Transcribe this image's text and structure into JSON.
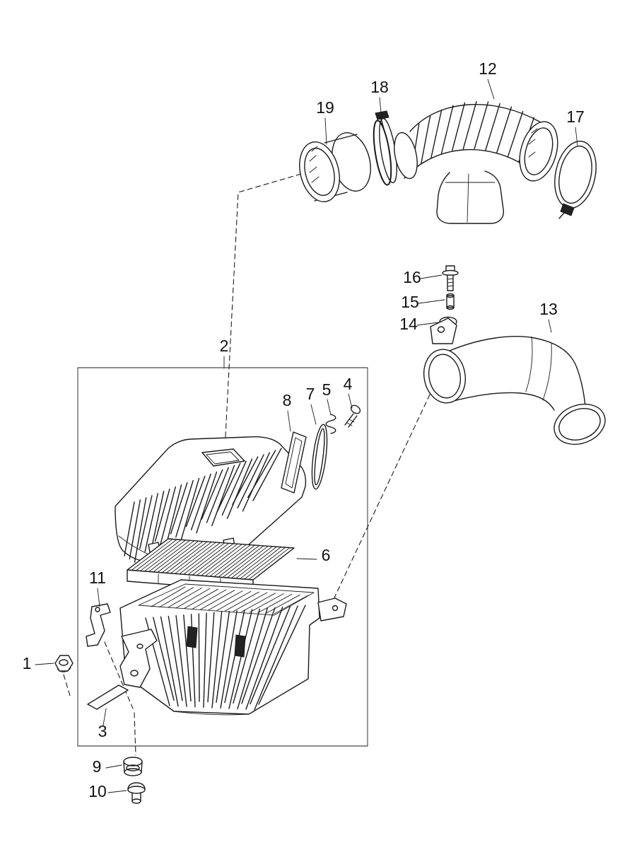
{
  "colors": {
    "background": "#ffffff",
    "line": "#1a1a1a",
    "text": "#111111"
  },
  "diagram": {
    "type": "exploded-parts-diagram",
    "callouts": [
      {
        "label": "1"
      },
      {
        "label": "2"
      },
      {
        "label": "3"
      },
      {
        "label": "4"
      },
      {
        "label": "5"
      },
      {
        "label": "6"
      },
      {
        "label": "7"
      },
      {
        "label": "8"
      },
      {
        "label": "9"
      },
      {
        "label": "10"
      },
      {
        "label": "11"
      },
      {
        "label": "12"
      },
      {
        "label": "13"
      },
      {
        "label": "14"
      },
      {
        "label": "15"
      },
      {
        "label": "16"
      },
      {
        "label": "17"
      },
      {
        "label": "18"
      },
      {
        "label": "19"
      }
    ]
  }
}
